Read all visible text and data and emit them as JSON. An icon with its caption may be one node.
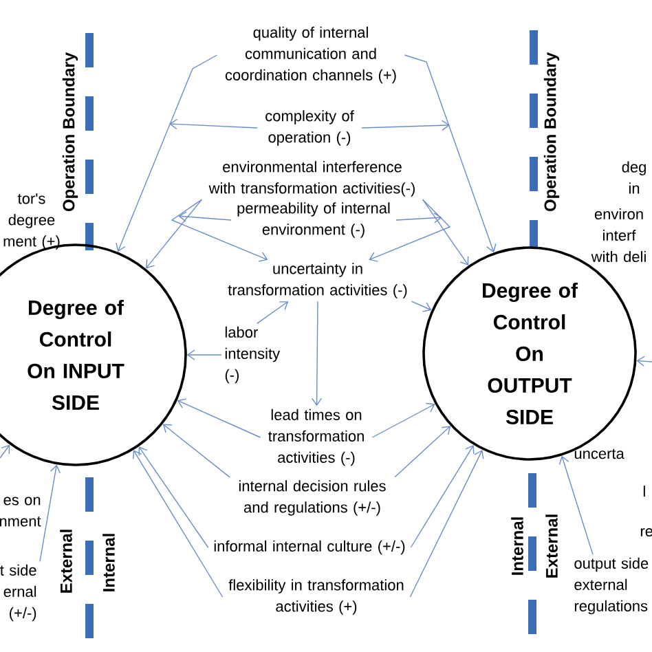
{
  "diagram": {
    "nodes": [
      {
        "text": [
          "quality of internal communication and coordination channels (+)"
        ]
      },
      {
        "text": [
          "complexity of operation (-)"
        ]
      },
      {
        "text": [
          "environmental interference with transformation activities(-)"
        ]
      },
      {
        "text": [
          "permeability of internal environment (-)"
        ]
      },
      {
        "text": [
          "uncertainty in transformation activities (-)"
        ]
      },
      {
        "text": [
          "Degree of Control On INPUT SIDE"
        ]
      },
      {
        "text": [
          "labor intensity (-)"
        ]
      },
      {
        "text": [
          "Degree of Control On OUTPUT SIDE"
        ]
      },
      {
        "text": [
          "lead times on transformation activities (-)"
        ]
      },
      {
        "text": [
          "internal decision rules and regulations (+/-)"
        ]
      },
      {
        "text": [
          "informal internal culture (+/-)"
        ]
      },
      {
        "text": [
          "t side ernal (+/-)"
        ]
      },
      {
        "text": [
          "output side external regulations"
        ]
      },
      {
        "text": [
          "flexibility in transformation activities (+)"
        ]
      }
    ],
    "edges": [
      {
        "from": 0,
        "to": 5,
        "arrow": "to"
      },
      {
        "from": 0,
        "to": 7,
        "arrow": "to"
      },
      {
        "from": 1,
        "to": null,
        "arrow": "to"
      },
      {
        "from": 1,
        "to": null,
        "arrow": "to"
      },
      {
        "from": 2,
        "to": 5,
        "arrow": "to"
      },
      {
        "from": 2,
        "to": 7,
        "arrow": "to"
      },
      {
        "from": 3,
        "to": 2,
        "arrow": "to"
      },
      {
        "from": 3,
        "to": 2,
        "arrow": "to"
      },
      {
        "from": 2,
        "to": 4,
        "arrow": "to"
      },
      {
        "from": 2,
        "to": 4,
        "arrow": "to"
      },
      {
        "from": 4,
        "to": 7,
        "arrow": "to"
      },
      {
        "from": 6,
        "to": 4,
        "arrow": "to"
      },
      {
        "from": 4,
        "to": 8,
        "arrow": "to"
      },
      {
        "from": 6,
        "to": 5,
        "arrow": "to"
      },
      {
        "from": 8,
        "to": 5,
        "arrow": "to"
      },
      {
        "from": 8,
        "to": 7,
        "arrow": "to"
      },
      {
        "from": 9,
        "to": 5,
        "arrow": "to"
      },
      {
        "from": 9,
        "to": 7,
        "arrow": "to"
      },
      {
        "from": 10,
        "to": 5,
        "arrow": "to"
      },
      {
        "from": 10,
        "to": 7,
        "arrow": "to"
      },
      {
        "from": 13,
        "to": 5,
        "arrow": "to"
      },
      {
        "from": 13,
        "to": 7,
        "arrow": "to"
      },
      {
        "from": null,
        "to": 5,
        "arrow": "to"
      },
      {
        "from": 11,
        "to": 5,
        "arrow": "to"
      },
      {
        "from": 12,
        "to": 7,
        "arrow": "to"
      },
      {
        "from": null,
        "to": 7,
        "arrow": "to"
      }
    ],
    "labels": [
      "tor's degree ment (+)",
      "Operation Boundary",
      "Operation Boundary",
      "deg in",
      "environ interf with deli",
      "uncerta",
      "es on nment",
      "l",
      "re",
      "External",
      "Internal",
      "Internal",
      "External"
    ]
  }
}
